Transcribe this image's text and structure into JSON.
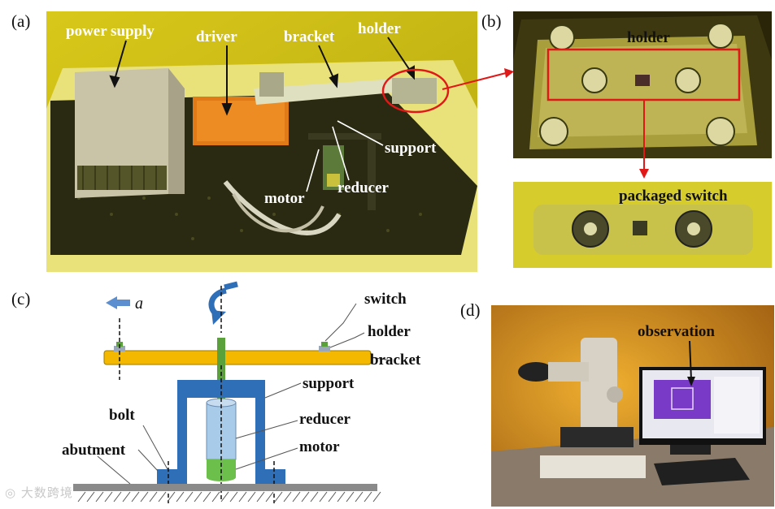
{
  "panels": {
    "a": {
      "letter": "(a)",
      "labels": {
        "power_supply": "power supply",
        "driver": "driver",
        "bracket": "bracket",
        "holder": "holder",
        "support": "support",
        "motor": "motor",
        "reducer": "reducer"
      }
    },
    "b": {
      "letter": "(b)",
      "labels": {
        "holder": "holder",
        "packaged_switch": "packaged switch"
      }
    },
    "c": {
      "letter": "(c)",
      "labels": {
        "accel": "a",
        "switch": "switch",
        "holder": "holder",
        "bracket": "bracket",
        "support": "support",
        "reducer": "reducer",
        "motor": "motor",
        "bolt": "bolt",
        "abutment": "abutment"
      }
    },
    "d": {
      "letter": "(d)",
      "labels": {
        "observation": "observation"
      }
    }
  },
  "colors": {
    "arrow_red": "#e01818",
    "bracket_orange": "#f5b800",
    "support_blue": "#2e6fb8",
    "reducer_blue": "#a9cbea",
    "motor_green": "#6cbf4a",
    "shaft_green": "#5aa13c",
    "accel_arrow": "#5b8fd0"
  },
  "watermark": "大数跨境"
}
